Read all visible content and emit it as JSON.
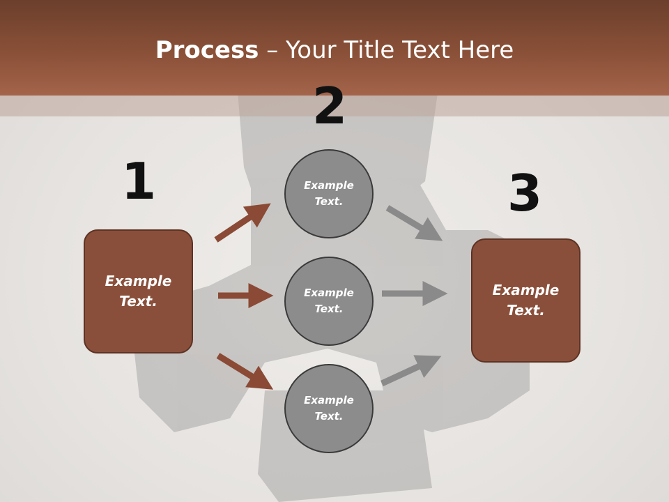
{
  "title": {
    "bold": "Process",
    "rest": " – Your Title Text Here"
  },
  "steps": {
    "one": {
      "number": "1",
      "text_line1": "Example",
      "text_line2": "Text."
    },
    "two": {
      "number": "2"
    },
    "three": {
      "number": "3",
      "text_line1": "Example",
      "text_line2": "Text."
    }
  },
  "circles": [
    {
      "line1": "Example",
      "line2": "Text."
    },
    {
      "line1": "Example",
      "line2": "Text."
    },
    {
      "line1": "Example",
      "line2": "Text."
    }
  ],
  "colors": {
    "header": "#8a5038",
    "box_fill": "#8a4f3a",
    "brown_arrow": "#8a4a35",
    "gray_arrow": "#8a8a8a",
    "circle_fill": "#8c8c8c"
  }
}
